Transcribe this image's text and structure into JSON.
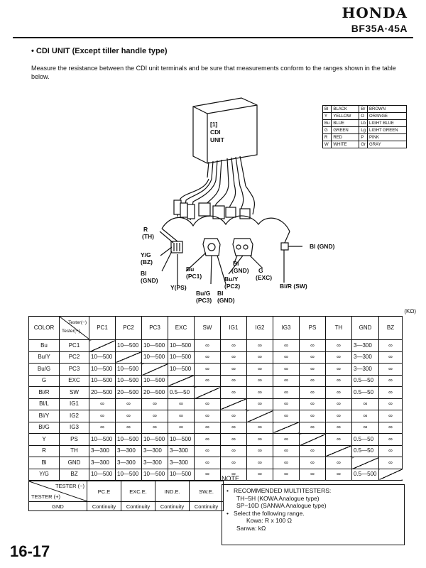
{
  "header": {
    "brand": "HONDA",
    "model": "BF35A·45A"
  },
  "section": {
    "title": "• CDI UNIT (Except tiller handle type)",
    "intro": "Measure the resistance between the CDI unit terminals and be sure that measurements conform to the ranges shown in the table below."
  },
  "figure": {
    "unit_label": [
      "[1]",
      "CDI",
      "UNIT"
    ],
    "labels": {
      "r": "R",
      "th": "(TH)",
      "yg": "Y/G",
      "bz": "(BZ)",
      "bl": "Bl",
      "gnd": "(GND)",
      "bu": "Bu",
      "pc1": "(PC1)",
      "yps": "Y(PS)",
      "bug": "Bu/G",
      "pc3": "(PC3)",
      "bl2": "Bl",
      "gnd2": "(GND)",
      "bl3": "Bl",
      "gnd3": "(GND)",
      "g": "G",
      "exc": "(EXC)",
      "buy": "Bu/Y",
      "pc2": "(PC2)",
      "blgnd": "Bl (GND)",
      "blrsw": "Bl/R (SW)"
    }
  },
  "legend": [
    [
      "Bl",
      "BLACK",
      "Br",
      "BROWN"
    ],
    [
      "Y",
      "YELLOW",
      "O",
      "ORANGE"
    ],
    [
      "Bu",
      "BLUE",
      "Lb",
      "LIGHT BLUE"
    ],
    [
      "G",
      "GREEN",
      "Lg",
      "LIGHT GREEN"
    ],
    [
      "R",
      "RED",
      "P",
      "PINK"
    ],
    [
      "W",
      "WHITE",
      "Gr",
      "GRAY"
    ]
  ],
  "resistance": {
    "unit": "(KΩ)",
    "color_header": "COLOR",
    "tester_plus": "Tester(+)",
    "tester_minus": "Tester(−)",
    "columns": [
      "PC1",
      "PC2",
      "PC3",
      "EXC",
      "SW",
      "IG1",
      "IG2",
      "IG3",
      "PS",
      "TH",
      "GND",
      "BZ"
    ],
    "rows": [
      {
        "color": "Bu",
        "term": "PC1",
        "cells": [
          "",
          "10—500",
          "10—500",
          "10—500",
          "∞",
          "∞",
          "∞",
          "∞",
          "∞",
          "∞",
          "3—300",
          "∞"
        ]
      },
      {
        "color": "Bu/Y",
        "term": "PC2",
        "cells": [
          "10—500",
          "",
          "10—500",
          "10—500",
          "∞",
          "∞",
          "∞",
          "∞",
          "∞",
          "∞",
          "3—300",
          "∞"
        ]
      },
      {
        "color": "Bu/G",
        "term": "PC3",
        "cells": [
          "10—500",
          "10—500",
          "",
          "10—500",
          "∞",
          "∞",
          "∞",
          "∞",
          "∞",
          "∞",
          "3—300",
          "∞"
        ]
      },
      {
        "color": "G",
        "term": "EXC",
        "cells": [
          "10—500",
          "10—500",
          "10—500",
          "",
          "∞",
          "∞",
          "∞",
          "∞",
          "∞",
          "∞",
          "0.5—50",
          "∞"
        ]
      },
      {
        "color": "Bl/R",
        "term": "SW",
        "cells": [
          "20—500",
          "20—500",
          "20—500",
          "0.5—50",
          "",
          "∞",
          "∞",
          "∞",
          "∞",
          "∞",
          "0.5—50",
          "∞"
        ]
      },
      {
        "color": "Bl/L",
        "term": "IG1",
        "cells": [
          "∞",
          "∞",
          "∞",
          "∞",
          "∞",
          "",
          "∞",
          "∞",
          "∞",
          "∞",
          "∞",
          "∞"
        ]
      },
      {
        "color": "Bl/Y",
        "term": "IG2",
        "cells": [
          "∞",
          "∞",
          "∞",
          "∞",
          "∞",
          "∞",
          "",
          "∞",
          "∞",
          "∞",
          "∞",
          "∞"
        ]
      },
      {
        "color": "Bl/G",
        "term": "IG3",
        "cells": [
          "∞",
          "∞",
          "∞",
          "∞",
          "∞",
          "∞",
          "∞",
          "",
          "∞",
          "∞",
          "∞",
          "∞"
        ]
      },
      {
        "color": "Y",
        "term": "PS",
        "cells": [
          "10—500",
          "10—500",
          "10—500",
          "10—500",
          "∞",
          "∞",
          "∞",
          "∞",
          "",
          "∞",
          "0.5—50",
          "∞"
        ]
      },
      {
        "color": "R",
        "term": "TH",
        "cells": [
          "3—300",
          "3—300",
          "3—300",
          "3—300",
          "∞",
          "∞",
          "∞",
          "∞",
          "∞",
          "",
          "0.5—50",
          "∞"
        ]
      },
      {
        "color": "Bl",
        "term": "GND",
        "cells": [
          "3—300",
          "3—300",
          "3—300",
          "3—300",
          "∞",
          "∞",
          "∞",
          "∞",
          "∞",
          "∞",
          "",
          "∞"
        ]
      },
      {
        "color": "Y/G",
        "term": "BZ",
        "cells": [
          "10—500",
          "10—500",
          "10—500",
          "10—500",
          "∞",
          "∞",
          "∞",
          "∞",
          "∞",
          "∞",
          "0.5—500",
          ""
        ]
      }
    ]
  },
  "ground_table": {
    "tester_minus": "TESTER (−)",
    "tester_plus": "TESTER (+)",
    "columns": [
      "PC.E",
      "EXC.E.",
      "IND.E.",
      "SW.E."
    ],
    "row_label": "GND",
    "values": [
      "Continuity",
      "Continuity",
      "Continuity",
      "Continuity"
    ]
  },
  "note": {
    "title": "NOTE",
    "b1": "RECOMMENDED MULTITESTERS:",
    "b1a": "TH−5H (KOWA Analogue type)",
    "b1b": "SP−10D (SANWA Analogue type)",
    "b2": "Select the following range.",
    "b2a": "Kowa:  R x 100 Ω",
    "b2b": "Sanwa: kΩ"
  },
  "page_number": "16-17"
}
